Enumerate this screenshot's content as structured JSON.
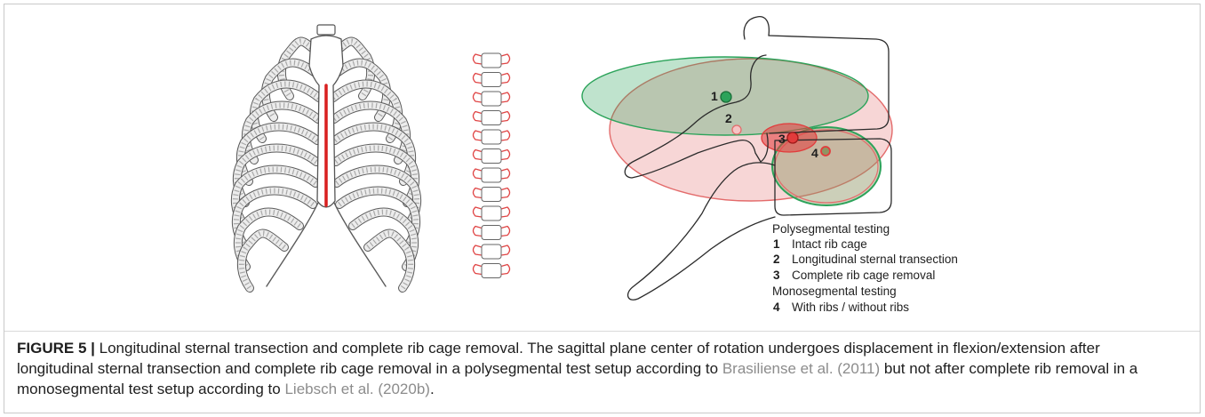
{
  "figure": {
    "legend": {
      "polysegmental": {
        "title": "Polysegmental testing",
        "items": [
          {
            "number": "1",
            "label": "Intact rib cage"
          },
          {
            "number": "2",
            "label": "Longitudinal sternal transection"
          },
          {
            "number": "3",
            "label": "Complete rib cage removal"
          }
        ]
      },
      "monosegmental": {
        "title": "Monosegmental testing",
        "items": [
          {
            "number": "4",
            "label": "With ribs / without ribs"
          }
        ]
      }
    },
    "colors": {
      "intact_rib_cage": "#2ca35a",
      "sternal_transection": "#e36b6b",
      "rib_cage_removal": "#e23b3b",
      "monosegmental": "#8f9463",
      "sternotomy": "#d81f1f"
    }
  },
  "caption": {
    "label": "FIGURE 5 |",
    "line1": "Longitudinal sternal transection and complete rib cage removal. The sagittal plane center of rotation undergoes displacement in flexion/extension after",
    "line2_before": "longitudinal sternal transection and complete rib cage removal in a polysegmental test setup according to",
    "citation_1": "Brasiliense et al. (2011)",
    "line2_after": "but not after complete rib removal in a",
    "line3_before": "monosegmental test setup according to",
    "citation_2": "Liebsch et al. (2020b)",
    "line3_after": ".",
    "link_color": "#8c8c8c"
  }
}
